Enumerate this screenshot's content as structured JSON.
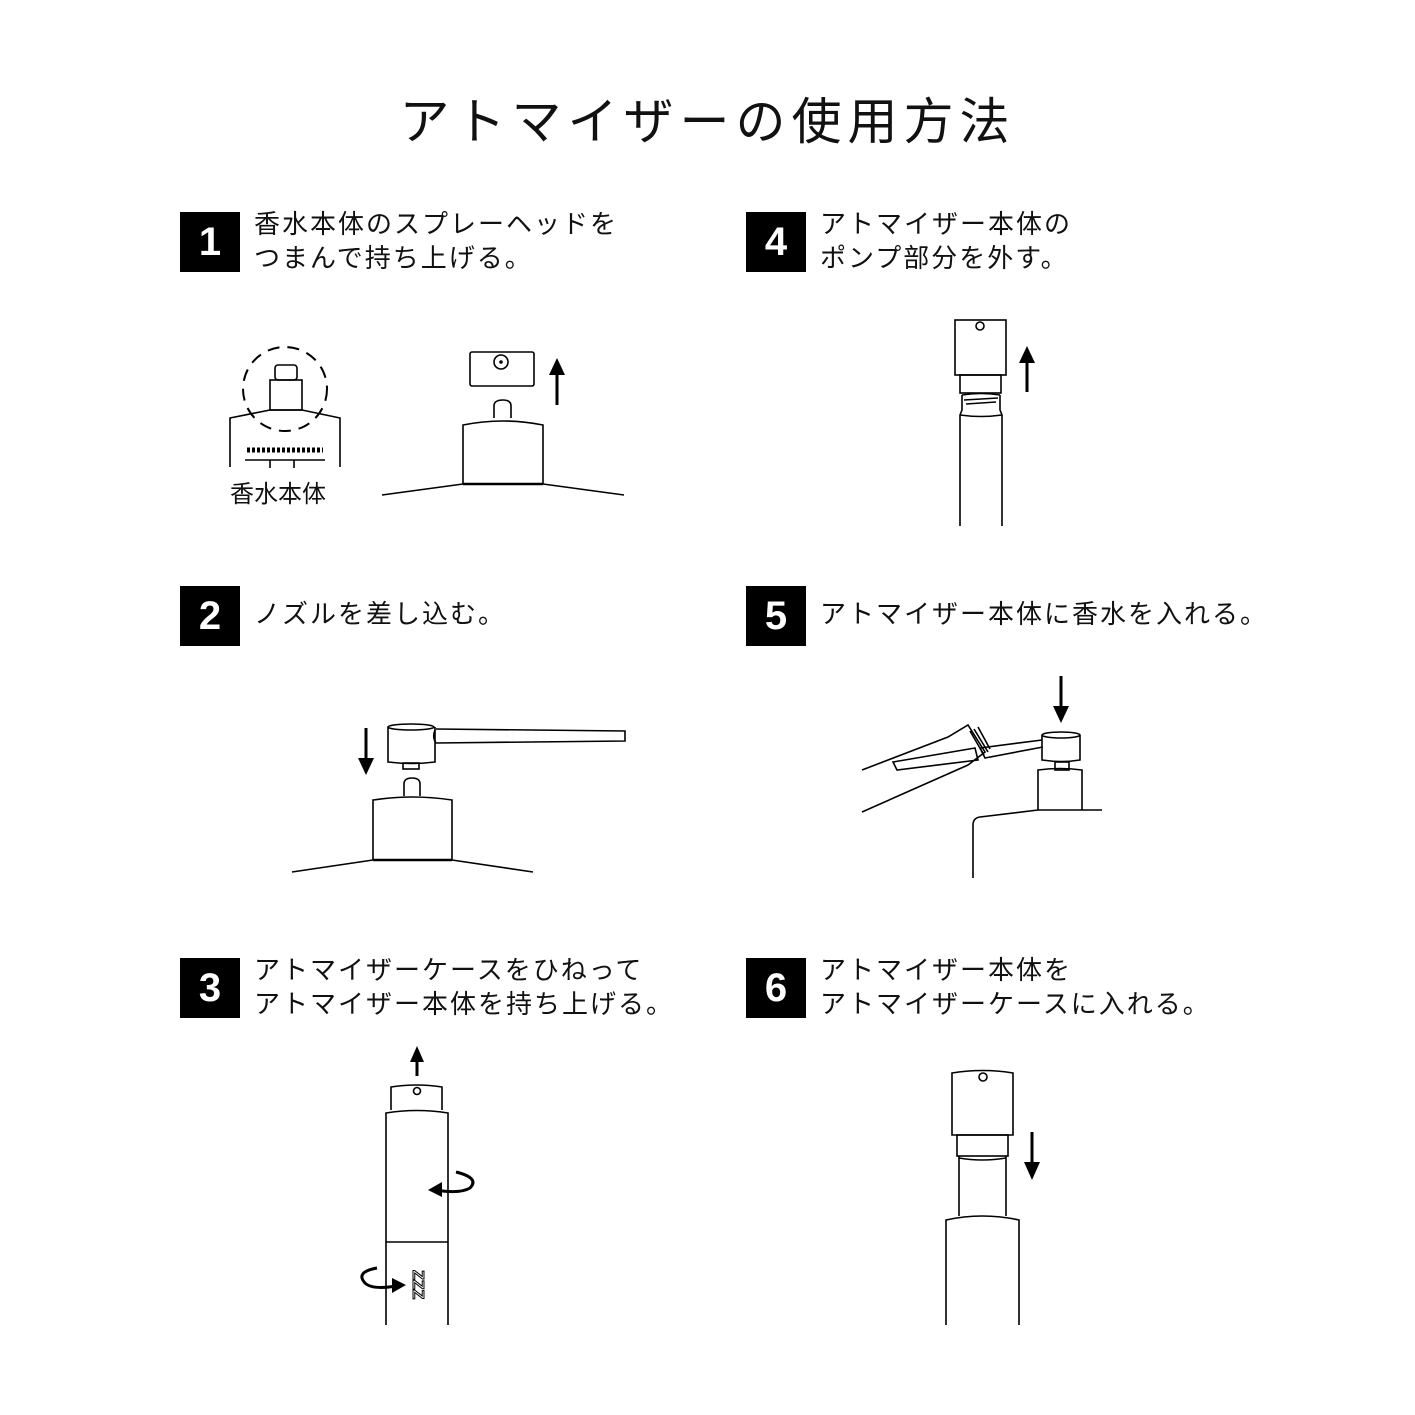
{
  "title": "アトマイザーの使用方法",
  "steps": [
    {
      "number": "1",
      "lines": [
        "香水本体のスプレーヘッドを",
        "つまんで持ち上げる。"
      ],
      "illustration_label": "香水本体"
    },
    {
      "number": "2",
      "lines": [
        "ノズルを差し込む。"
      ]
    },
    {
      "number": "3",
      "lines": [
        "アトマイザーケースをひねって",
        "アトマイザー本体を持ち上げる。"
      ],
      "case_text": "ZZZ"
    },
    {
      "number": "4",
      "lines": [
        "アトマイザー本体の",
        "ポンプ部分を外す。"
      ]
    },
    {
      "number": "5",
      "lines": [
        "アトマイザー本体に香水を入れる。"
      ]
    },
    {
      "number": "6",
      "lines": [
        "アトマイザー本体を",
        "アトマイザーケースに入れる。"
      ]
    }
  ],
  "colors": {
    "ink": "#000000",
    "background": "#ffffff"
  }
}
